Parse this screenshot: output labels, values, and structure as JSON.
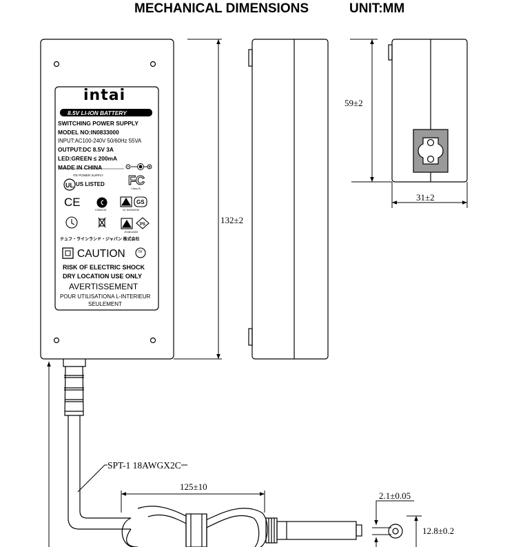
{
  "header": {
    "title": "MECHANICAL DIMENSIONS",
    "unit": "UNIT:MM"
  },
  "label": {
    "brand": "intai",
    "battery_banner": "8.5V LI-ION BATTERY",
    "lines": [
      "SWITCHING POWER SUPPLY",
      "MODEL NO:IN0833000",
      "INPUT:AC100-240V 50/60Hz 55VA",
      "OUTPUT:DC 8.5V 3A",
      "LED:GREEN ≤ 200mA",
      "MADE IN CHINA"
    ],
    "ul_listed": "US LISTED",
    "ite_power_supply": "ITE POWER SUPPLY",
    "fc_text": "Class B",
    "ce": "CE",
    "cert_no_1": "C056133",
    "cert_no_2": "S1 50094036",
    "cert_no_3": "JS3811583",
    "japanese_text": "テュフ・ラインランド・ジャパン 株式会社",
    "efficiency": "IV",
    "caution": "CAUTION",
    "warnings": [
      "RISK OF ELECTRIC SHOCK",
      "DRY LOCATION USE ONLY"
    ],
    "avertissement": "AVERTISSEMENT",
    "french_lines": [
      "POUR UTILISATIONA L-INTERIEUR",
      "SEULEMENT"
    ]
  },
  "dimensions": {
    "length": "132±2",
    "height": "59±2",
    "width": "31±2",
    "cable_spec": "SPT-1 18AWGX2C",
    "cable_length": "125±10",
    "pin_diameter": "2.1±0.05",
    "plug_length": "12.8±0.2"
  },
  "colors": {
    "line": "#000000",
    "socket_gray": "#9a9a9a",
    "background": "#ffffff"
  }
}
